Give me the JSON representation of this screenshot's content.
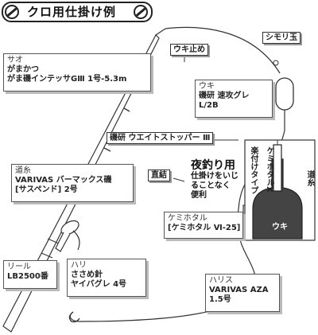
{
  "title": "クロ用仕掛け例",
  "tags": {
    "uki_dome": "ウキ止め",
    "shimori_dama": "シモリ玉",
    "stopper": "磯研 ウエイトストッパー Ⅲ",
    "chokketsu": "直結",
    "michiito_short": "道糸"
  },
  "boxes": {
    "sao": {
      "head": "サオ",
      "line1": "がまかつ",
      "line2": "がま磯インテッサGⅢ 1号-5.3m"
    },
    "uki": {
      "head": "ウキ",
      "line1": "磯研 速攻グレ",
      "line2": "L/2B"
    },
    "michiito": {
      "head": "道糸",
      "line1": "VARIVAS バーマックス磯",
      "line2": "[サスペンド] 2号"
    },
    "kemihotaru": {
      "head": "ケミホタル",
      "line1": "[ケミホタル Ⅵ-25]"
    },
    "reel": {
      "head": "リール",
      "line1": "LB2500番"
    },
    "hari": {
      "head": "ハリ",
      "line1": "ささめ針",
      "line2": "ヤイバグレ 4号"
    },
    "harisu": {
      "head": "ハリス",
      "line1": "VARIVAS AZA",
      "line2": "1.5号"
    }
  },
  "night_note": {
    "title": "夜釣り用",
    "line1": "仕掛けをいじ",
    "line2": "ることなく",
    "line3": "便利"
  },
  "inset": {
    "left_text": "楽付けタイプ",
    "center_text": "ケミホタルX",
    "float_label": "ウキ"
  }
}
